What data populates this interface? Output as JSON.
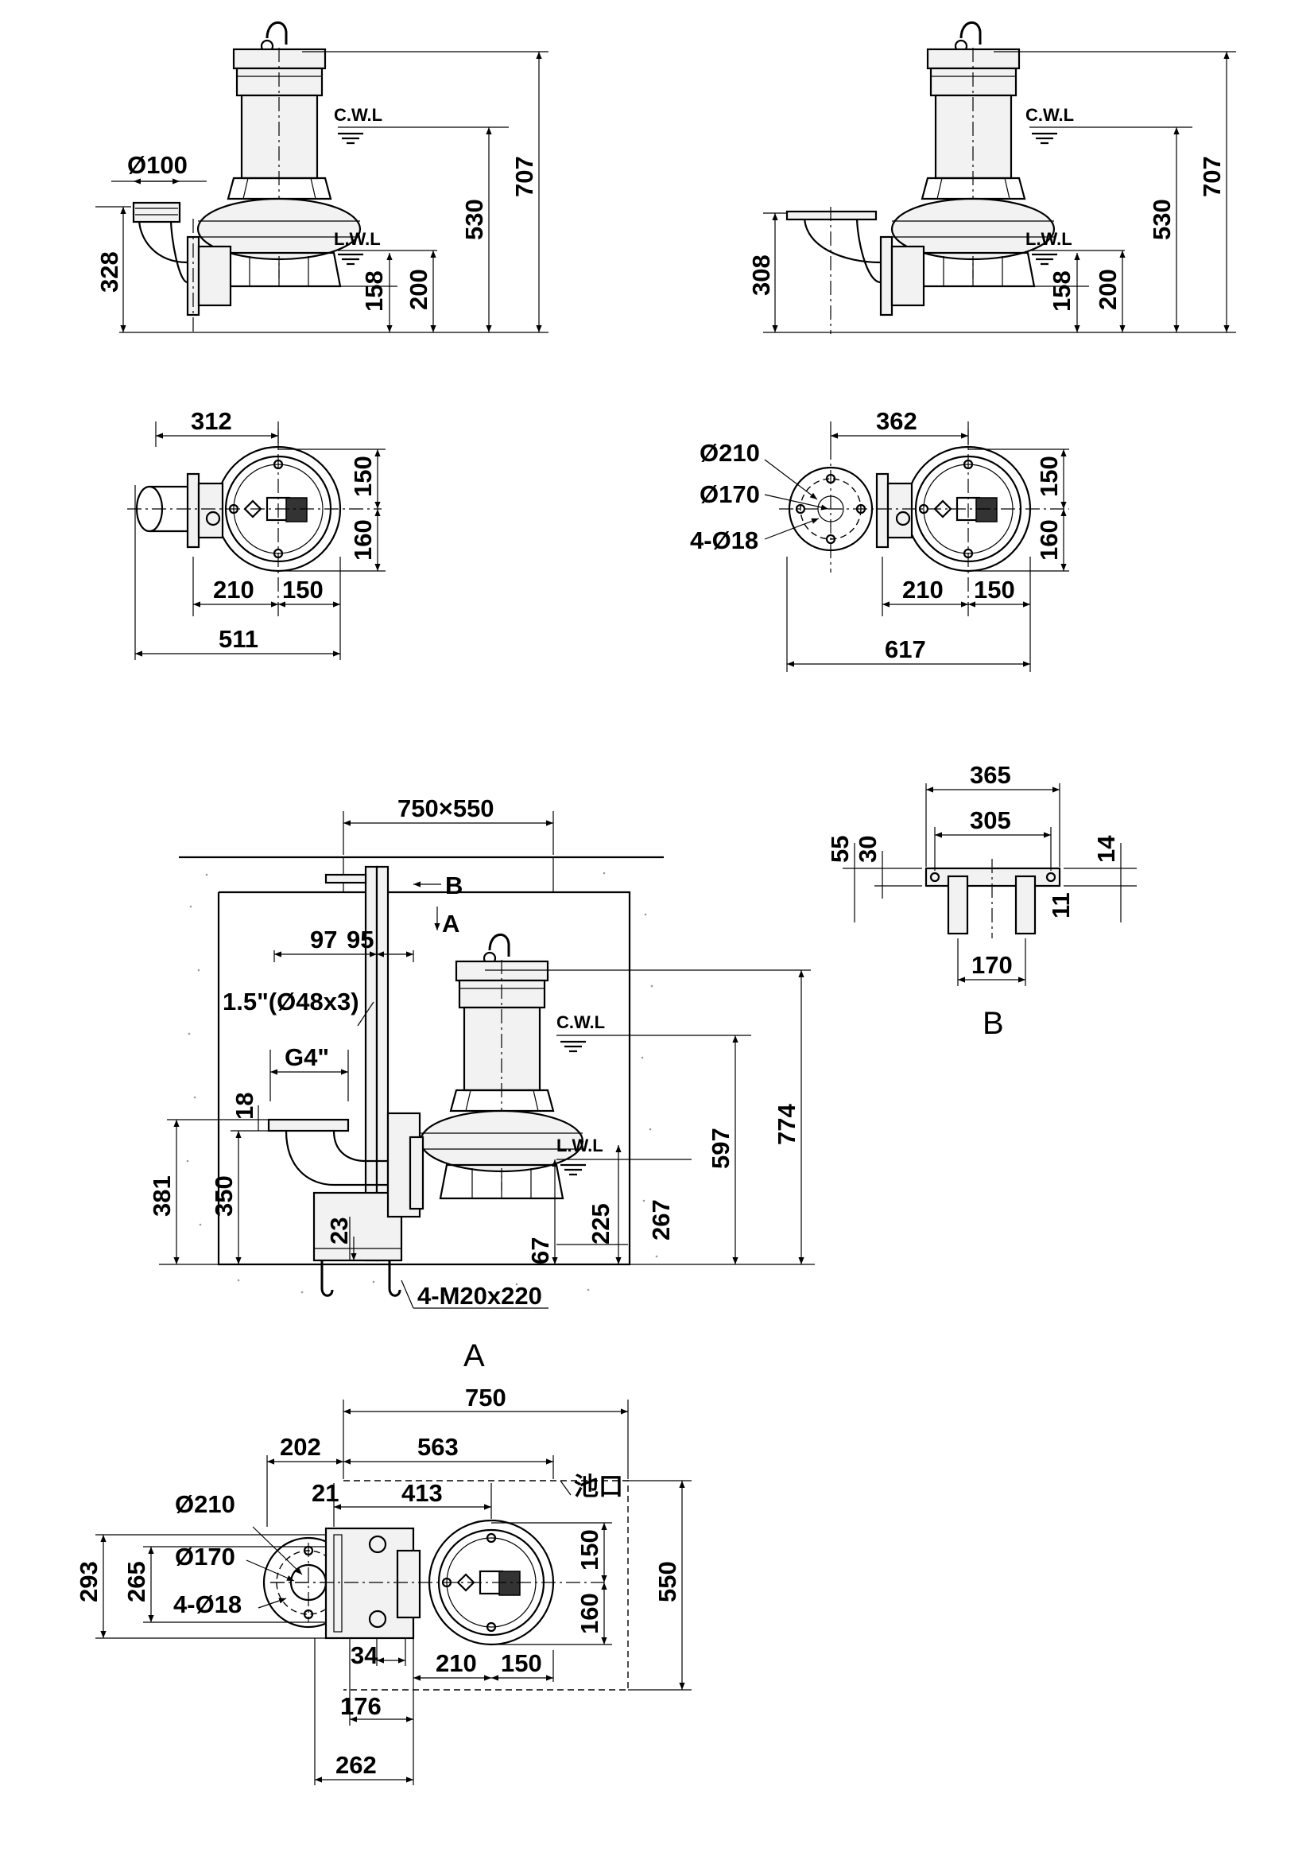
{
  "labels": {
    "cwl": "C.W.L",
    "lwl": "L.W.L",
    "view_a_marker": "A",
    "view_b_marker": "B",
    "view_a_title": "A",
    "view_b_title": "B",
    "pit_opening": "池口"
  },
  "elevation_left": {
    "outlet_dia": "Ø100",
    "outlet_height": "328",
    "lwl_height": "158",
    "dim_200": "200",
    "cwl_height": "530",
    "total_height": "707"
  },
  "elevation_right": {
    "outlet_height": "308",
    "lwl_height": "158",
    "dim_200": "200",
    "cwl_height": "530",
    "total_height": "707"
  },
  "plan_left": {
    "dim_312": "312",
    "dim_150_upper": "150",
    "dim_160": "160",
    "dim_210": "210",
    "dim_150_lower": "150",
    "overall": "511"
  },
  "plan_right": {
    "dim_362": "362",
    "flange_od": "Ø210",
    "flange_pcd": "Ø170",
    "bolt_holes": "4-Ø18",
    "dim_150_upper": "150",
    "dim_160": "160",
    "dim_210": "210",
    "dim_150_lower": "150",
    "overall": "617"
  },
  "installation_section": {
    "opening": "750×550",
    "dim_97": "97",
    "dim_95": "95",
    "guide_pipe": "1.5\"(Ø48x3)",
    "outlet_thread": "G4\"",
    "dim_18": "18",
    "dim_381": "381",
    "dim_350": "350",
    "dim_23": "23",
    "anchor_bolts": "4-M20x220",
    "dim_67": "67",
    "dim_225": "225",
    "dim_267": "267",
    "dim_597": "597",
    "dim_774": "774"
  },
  "detail_b": {
    "dim_365": "365",
    "dim_305": "305",
    "dim_55": "55",
    "dim_30": "30",
    "dim_14": "14",
    "dim_11": "11",
    "dim_170": "170"
  },
  "plan_a": {
    "dim_750": "750",
    "dim_202": "202",
    "dim_563": "563",
    "dim_21": "21",
    "dim_413": "413",
    "flange_od": "Ø210",
    "flange_pcd": "Ø170",
    "bolt_holes": "4-Ø18",
    "dim_293": "293",
    "dim_265": "265",
    "dim_150": "150",
    "dim_160": "160",
    "dim_550": "550",
    "dim_34": "34",
    "dim_210": "210",
    "dim_150_lower": "150",
    "dim_176": "176",
    "dim_262": "262"
  }
}
